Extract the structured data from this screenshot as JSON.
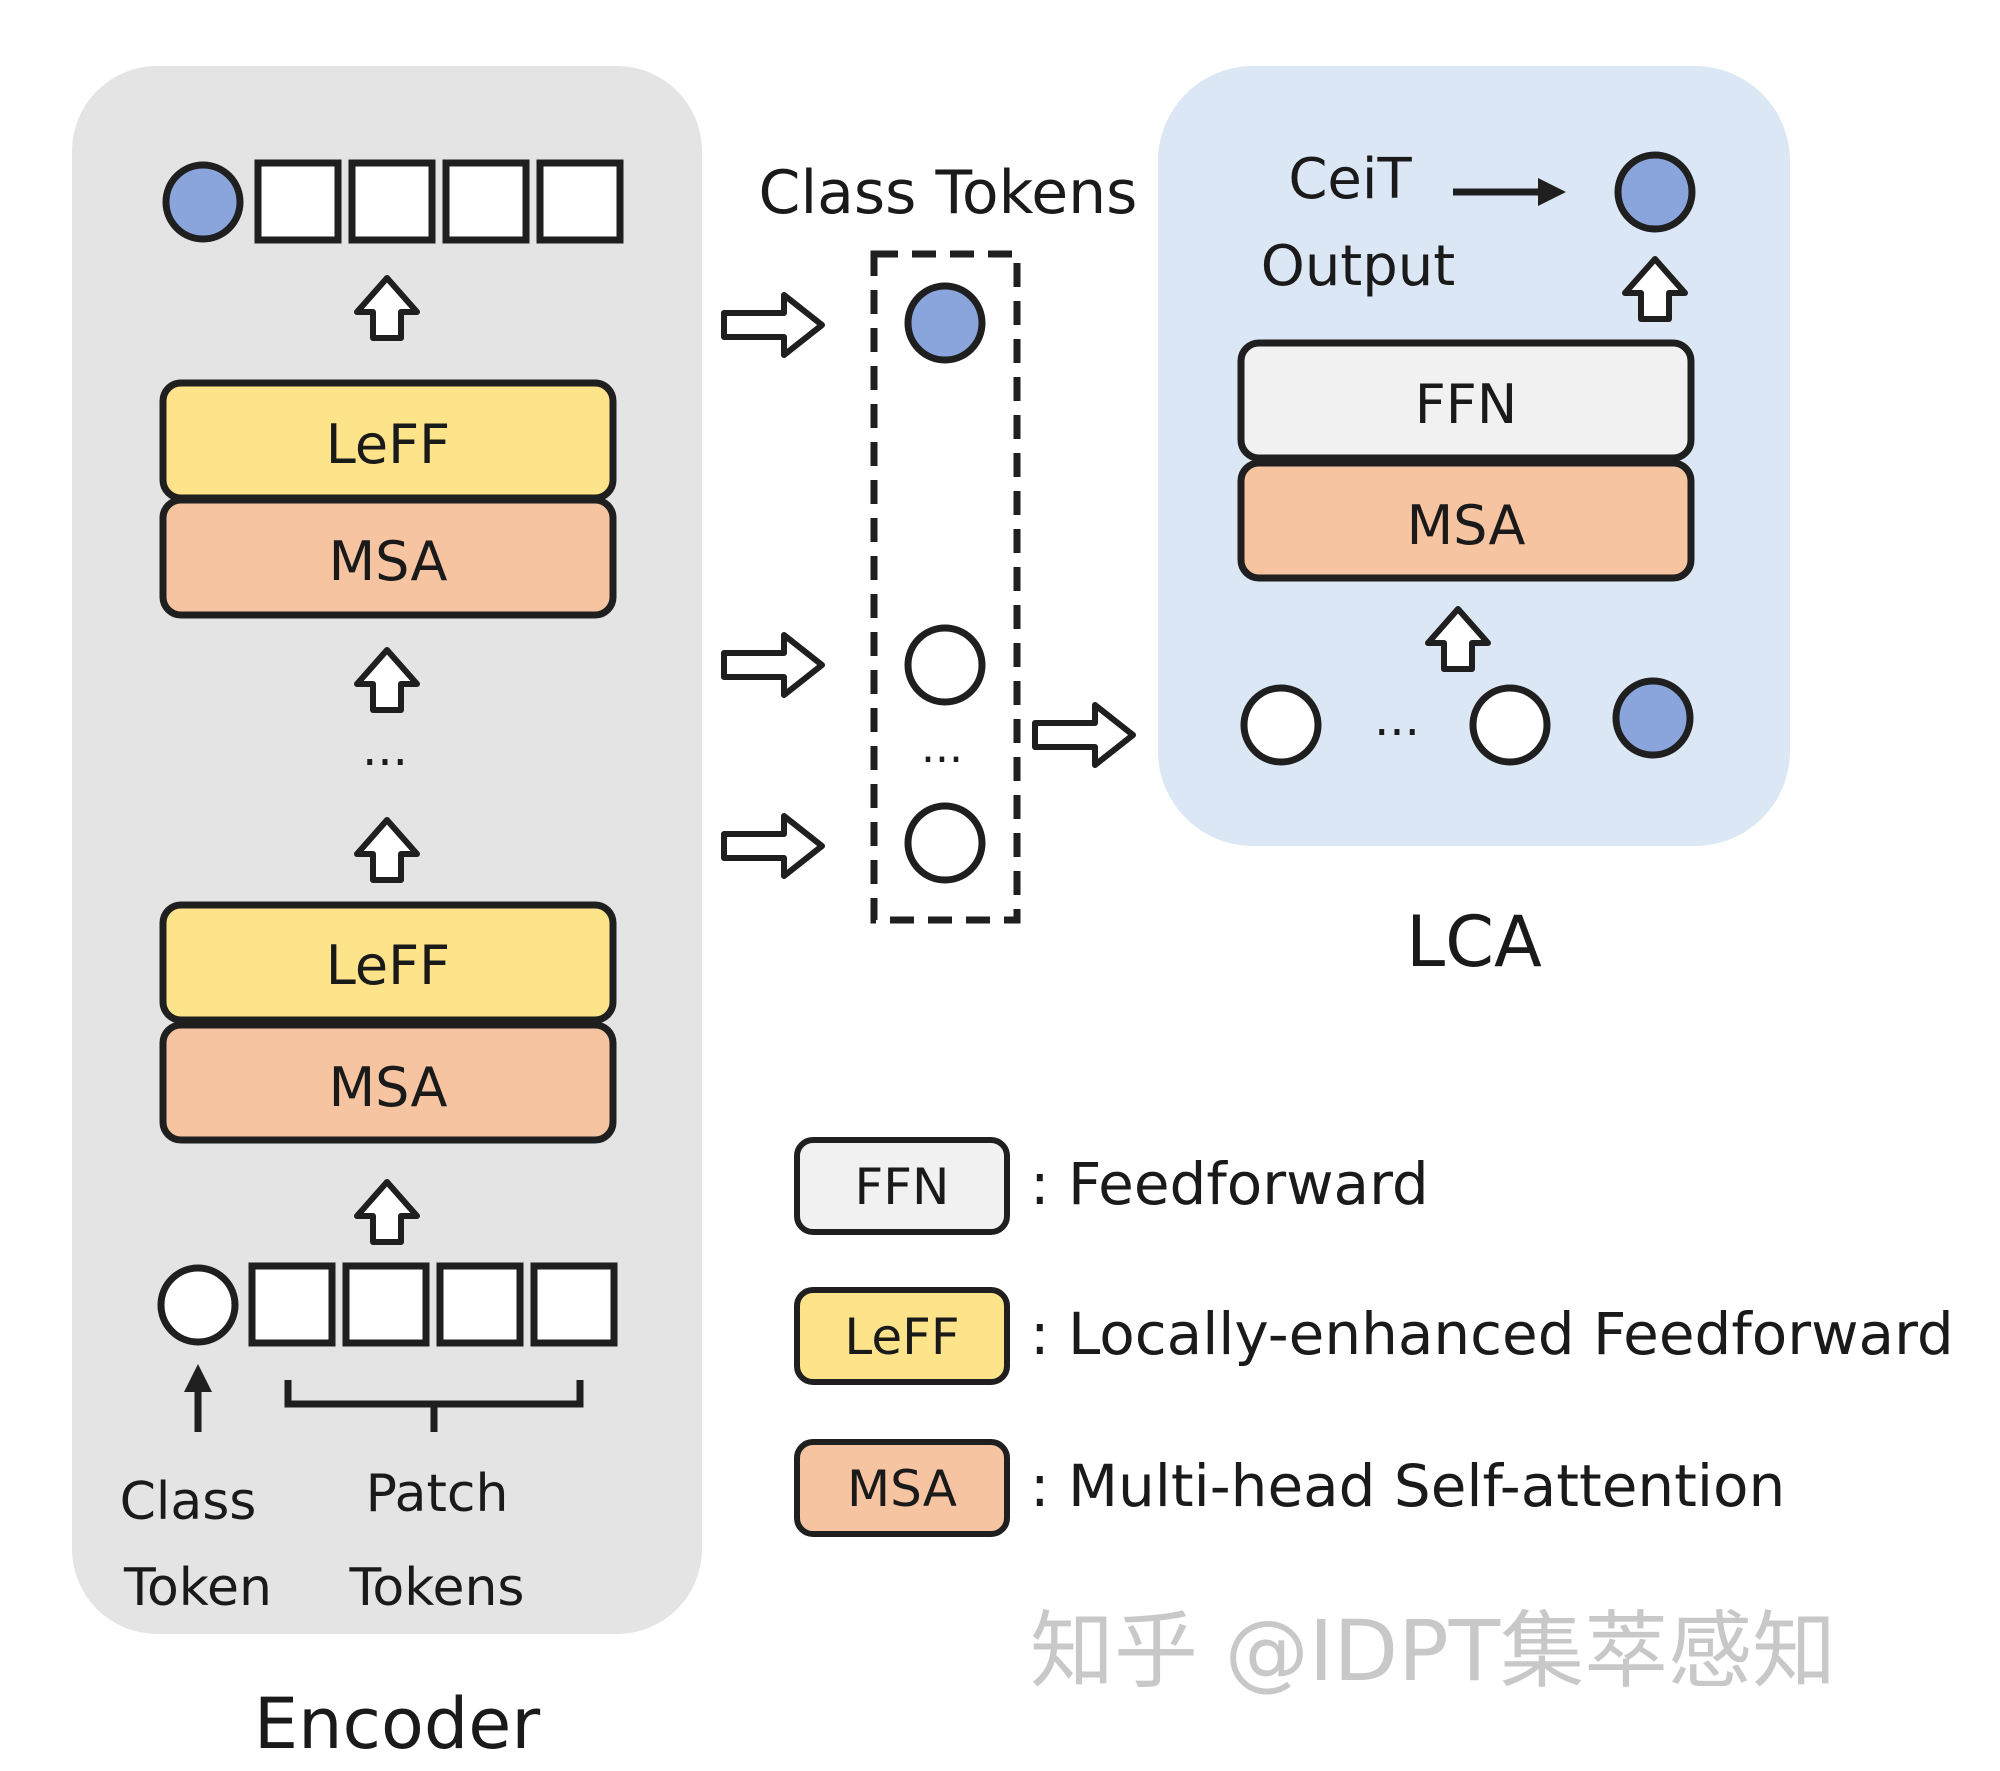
{
  "colors": {
    "encoder_bg": "#e4e4e4",
    "lca_bg": "#dce7f5",
    "leff": "#fde48a",
    "msa": "#f7c4a2",
    "ffn": "#f1f1f1",
    "token_filled": "#8aa4dc",
    "stroke": "#1f1f1f"
  },
  "icons": {
    "hollow_arrow": "hollow-arrow-icon",
    "solid_arrow": "solid-arrow-icon",
    "class_token": "circle-token-icon",
    "patch_token": "square-token-icon"
  },
  "encoder": {
    "caption": "Encoder",
    "upper_block": {
      "top": "LeFF",
      "bottom": "MSA"
    },
    "lower_block": {
      "top": "LeFF",
      "bottom": "MSA"
    },
    "dots": "...",
    "input_labels": {
      "class_line1": "Class",
      "class_line2": "Token",
      "patch_line1": "Patch",
      "patch_line2": "Tokens"
    }
  },
  "class_tokens": {
    "title": "Class Tokens",
    "dots": "..."
  },
  "lca": {
    "caption": "LCA",
    "output_line1": "CeiT",
    "output_line2": "Output",
    "top_block": "FFN",
    "bottom_block": "MSA",
    "dots": "..."
  },
  "legend": [
    {
      "tag": "FFN",
      "desc": ": Feedforward"
    },
    {
      "tag": "LeFF",
      "desc": ": Locally-enhanced Feedforward"
    },
    {
      "tag": "MSA",
      "desc": ": Multi-head Self-attention"
    }
  ],
  "watermark": "知乎 @IDPT集萃感知"
}
